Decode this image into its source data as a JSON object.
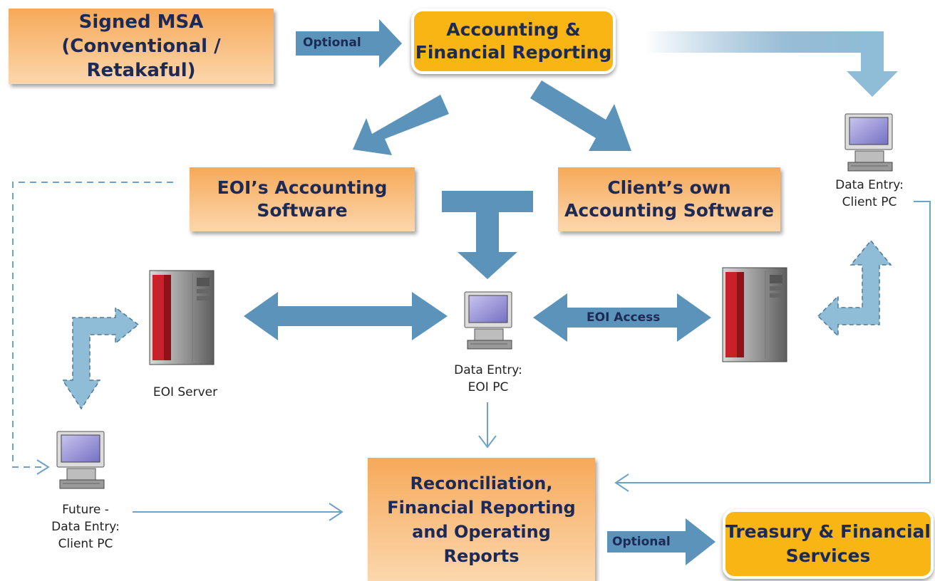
{
  "boxes": {
    "signed_msa": "Signed MSA\n(Conventional / Retakaful)",
    "accounting_reporting": "Accounting &\nFinancial Reporting",
    "eoi_software": "EOI’s Accounting\nSoftware",
    "client_software": "Client’s own\nAccounting Software",
    "reconciliation": "Reconciliation,\nFinancial Reporting\nand Operating\nReports",
    "treasury": "Treasury & Financial\nServices"
  },
  "arrow_labels": {
    "optional_top": "Optional",
    "eoi_access": "EOI Access",
    "optional_bottom": "Optional"
  },
  "device_labels": {
    "eoi_server": "EOI Server",
    "data_entry_eoi": "Data Entry:\nEOI PC",
    "data_entry_client": "Data Entry:\nClient PC",
    "future_client": "Future -\nData Entry:\nClient PC"
  },
  "colors": {
    "arrow_blue": "#5b93bb",
    "light_arrow": "#8fbcd7",
    "orange_box": "#f6a95a",
    "yellow_box": "#f9b514",
    "text_navy": "#1d2a55"
  }
}
